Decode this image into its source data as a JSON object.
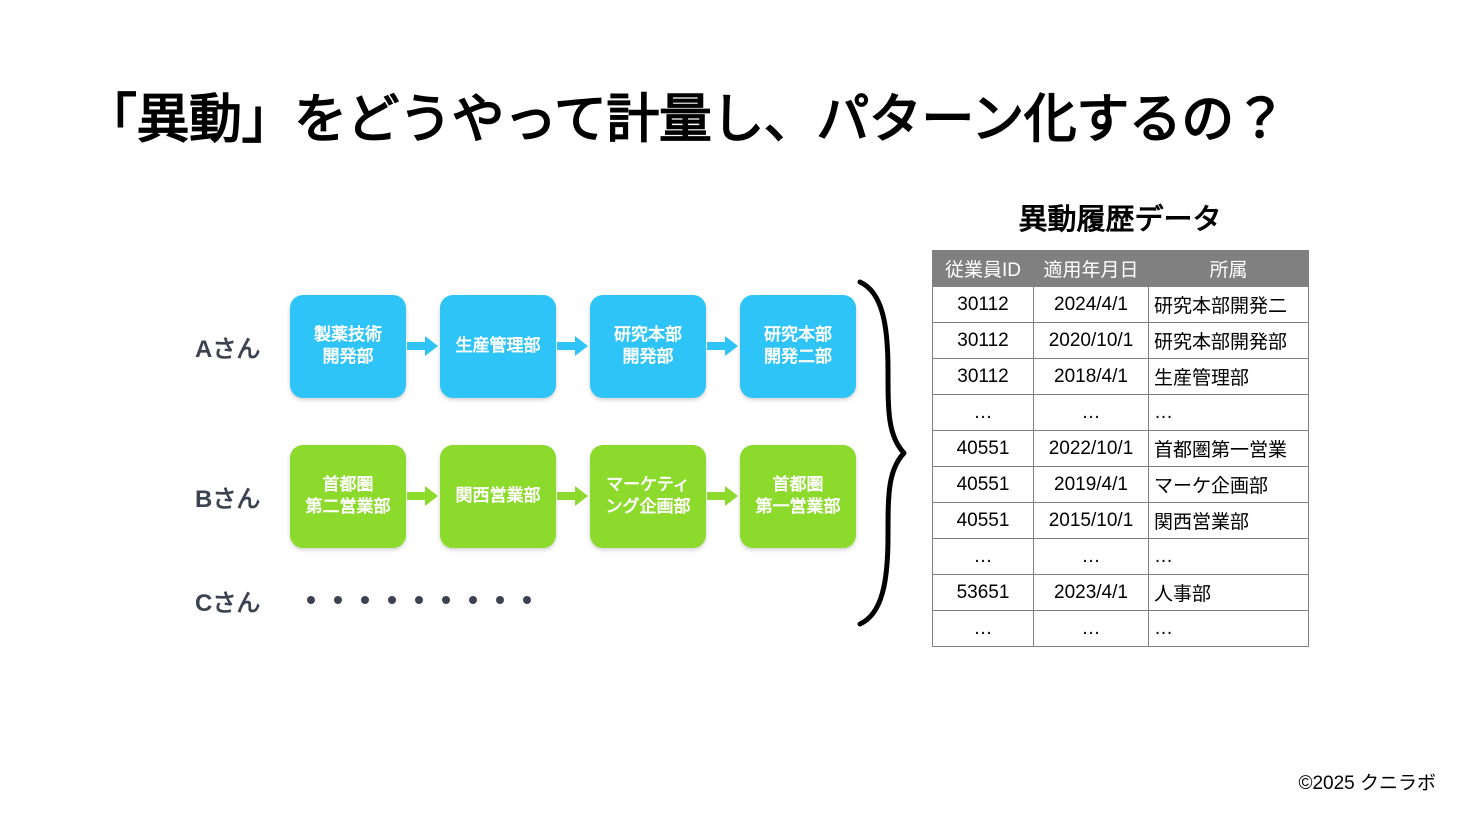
{
  "slide": {
    "title": "「異動」をどうやって計量し、パターン化するの？",
    "footer": "©2025 クニラボ",
    "colors": {
      "blue": "#2ec4f7",
      "green": "#8cda2c",
      "header_gray": "#808080",
      "label_text": "#3c4451",
      "title_text": "#000000"
    }
  },
  "flow": {
    "rows": [
      {
        "person": "Aさん",
        "color": "#2ec4f7",
        "nodes": [
          {
            "line1": "製薬技術",
            "line2": "開発部"
          },
          {
            "line1": "生産管理部",
            "line2": ""
          },
          {
            "line1": "研究本部",
            "line2": "開発部"
          },
          {
            "line1": "研究本部",
            "line2": "開発二部"
          }
        ]
      },
      {
        "person": "Bさん",
        "color": "#8cda2c",
        "nodes": [
          {
            "line1": "首都圏",
            "line2": "第二営業部"
          },
          {
            "line1": "関西営業部",
            "line2": ""
          },
          {
            "line1": "マーケティ",
            "line2": "ング企画部"
          },
          {
            "line1": "首都圏",
            "line2": "第一営業部"
          }
        ]
      },
      {
        "person": "Cさん",
        "color": "#3c4451",
        "dots": 9
      }
    ]
  },
  "table": {
    "title": "異動履歴データ",
    "columns": [
      "従業員ID",
      "適用年月日",
      "所属"
    ],
    "rows": [
      [
        "30112",
        "2024/4/1",
        "研究本部開発二"
      ],
      [
        "30112",
        "2020/10/1",
        "研究本部開発部"
      ],
      [
        "30112",
        "2018/4/1",
        "生産管理部"
      ],
      [
        "…",
        "…",
        "…"
      ],
      [
        "40551",
        "2022/10/1",
        "首都圏第一営業"
      ],
      [
        "40551",
        "2019/4/1",
        "マーケ企画部"
      ],
      [
        "40551",
        "2015/10/1",
        "関西営業部"
      ],
      [
        "…",
        "…",
        "…"
      ],
      [
        "53651",
        "2023/4/1",
        "人事部"
      ],
      [
        "…",
        "…",
        "…"
      ]
    ]
  }
}
